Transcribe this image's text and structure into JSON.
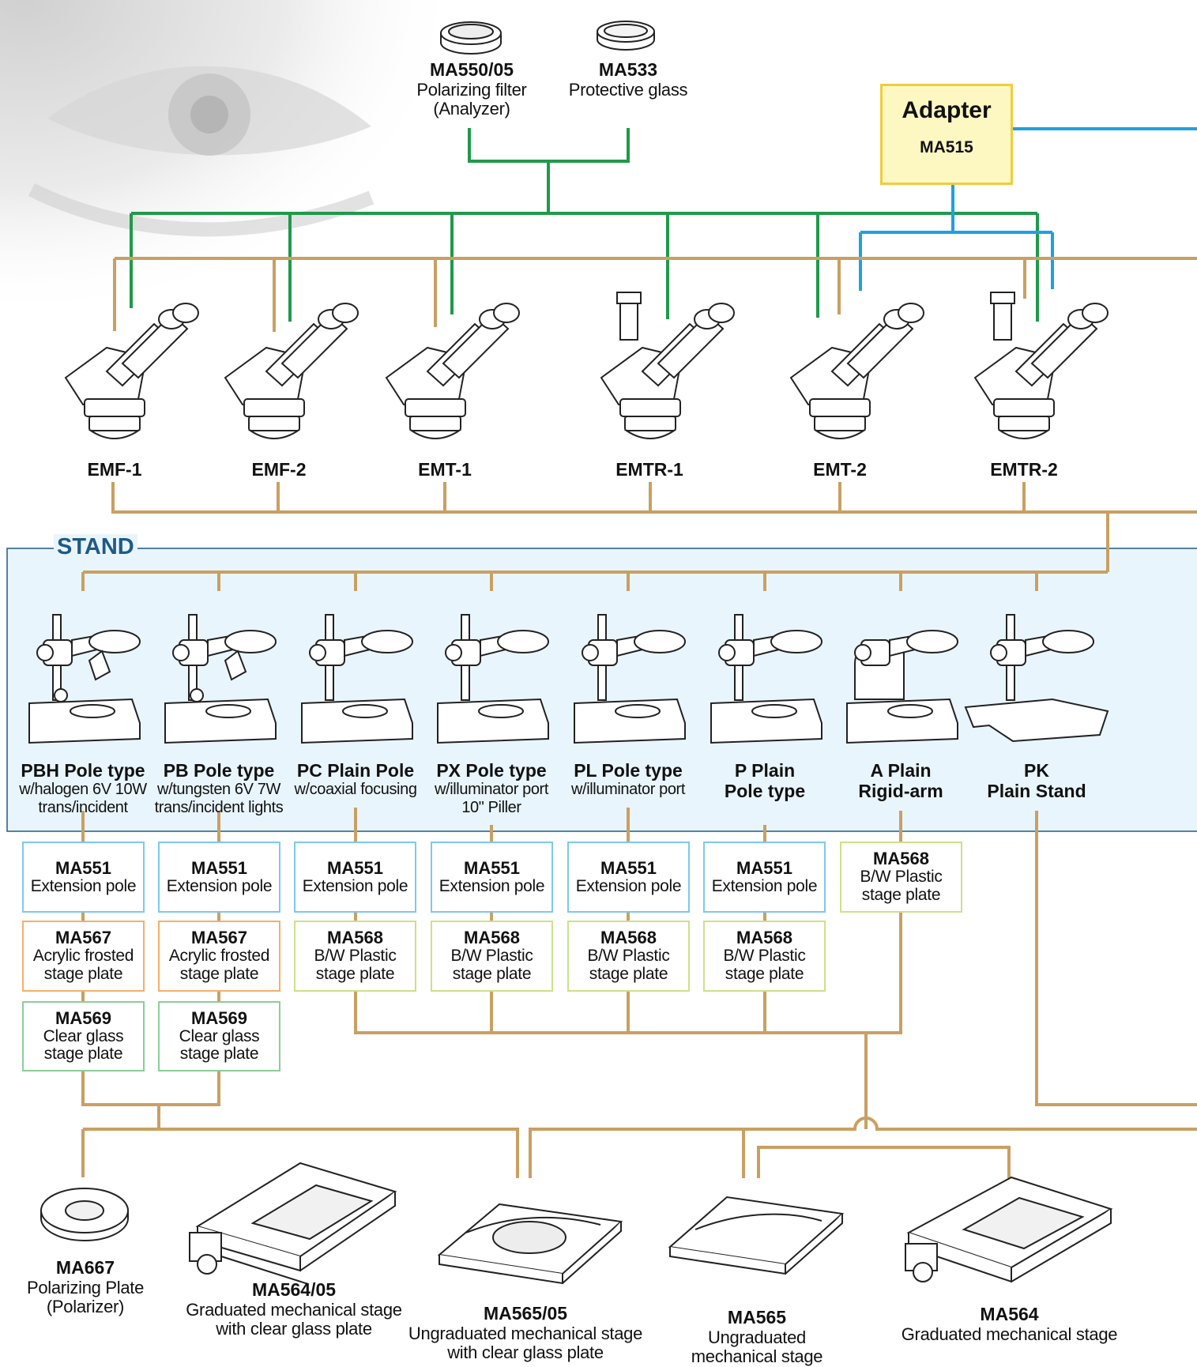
{
  "colors": {
    "tan": "#c9a062",
    "green": "#1f9a4a",
    "blue": "#1fa0e2",
    "stand_panel": "#e9f5fc",
    "stand_title": "#1e5a86",
    "adapter_fill": "#fdf7c2",
    "adapter_border": "#f0cc3c"
  },
  "top_accessories": [
    {
      "code": "MA550/05",
      "desc": "Polarizing filter",
      "desc2": "(Analyzer)",
      "icon": "filter-ring-icon"
    },
    {
      "code": "MA533",
      "desc": "Protective glass",
      "desc2": "",
      "icon": "glass-ring-icon"
    }
  ],
  "adapter": {
    "title": "Adapter",
    "code": "MA515"
  },
  "microscopes": [
    {
      "name": "EMF-1",
      "icon": "binocular-head-icon"
    },
    {
      "name": "EMF-2",
      "icon": "binocular-head-icon"
    },
    {
      "name": "EMT-1",
      "icon": "binocular-head-icon"
    },
    {
      "name": "EMTR-1",
      "icon": "trinocular-head-icon"
    },
    {
      "name": "EMT-2",
      "icon": "binocular-head-icon"
    },
    {
      "name": "EMTR-2",
      "icon": "trinocular-head-icon"
    }
  ],
  "stand_section": {
    "title": "STAND"
  },
  "stands": [
    {
      "title": "PBH Pole type",
      "title2": "",
      "desc": "w/halogen 6V 10W",
      "desc2": "trans/incident"
    },
    {
      "title": "PB Pole type",
      "title2": "",
      "desc": "w/tungsten 6V 7W",
      "desc2": "trans/incident lights"
    },
    {
      "title": "PC Plain Pole",
      "title2": "",
      "desc": "w/coaxial focusing",
      "desc2": ""
    },
    {
      "title": "PX Pole type",
      "title2": "",
      "desc": "w/illuminator port",
      "desc2": "10\" Piller"
    },
    {
      "title": "PL Pole type",
      "title2": "",
      "desc": "w/illuminator port",
      "desc2": ""
    },
    {
      "title": "P Plain",
      "title2": "Pole type",
      "desc": "",
      "desc2": ""
    },
    {
      "title": "A Plain",
      "title2": "Rigid-arm",
      "desc": "",
      "desc2": ""
    },
    {
      "title": "PK",
      "title2": "Plain Stand",
      "desc": "",
      "desc2": ""
    }
  ],
  "parts": {
    "ma551": {
      "code": "MA551",
      "desc": "Extension pole"
    },
    "ma567": {
      "code": "MA567",
      "desc": "Acrylic frosted",
      "desc2": "stage plate"
    },
    "ma569": {
      "code": "MA569",
      "desc": "Clear glass",
      "desc2": "stage plate"
    },
    "ma568": {
      "code": "MA568",
      "desc": "B/W Plastic",
      "desc2": "stage plate"
    }
  },
  "stages": [
    {
      "code": "MA667",
      "desc": "Polarizing Plate",
      "desc2": "(Polarizer)",
      "icon": "polarizing-plate-icon"
    },
    {
      "code": "MA564/05",
      "desc": "Graduated mechanical stage",
      "desc2": "with clear glass plate",
      "icon": "graduated-stage-icon"
    },
    {
      "code": "MA565/05",
      "desc": "Ungraduated mechanical stage",
      "desc2": "with clear glass plate",
      "icon": "ungraduated-stage-icon"
    },
    {
      "code": "MA565",
      "desc": "Ungraduated",
      "desc2": "mechanical stage",
      "icon": "ungraduated-stage-icon"
    },
    {
      "code": "MA564",
      "desc": "Graduated mechanical stage",
      "desc2": "",
      "icon": "graduated-stage-icon"
    }
  ]
}
